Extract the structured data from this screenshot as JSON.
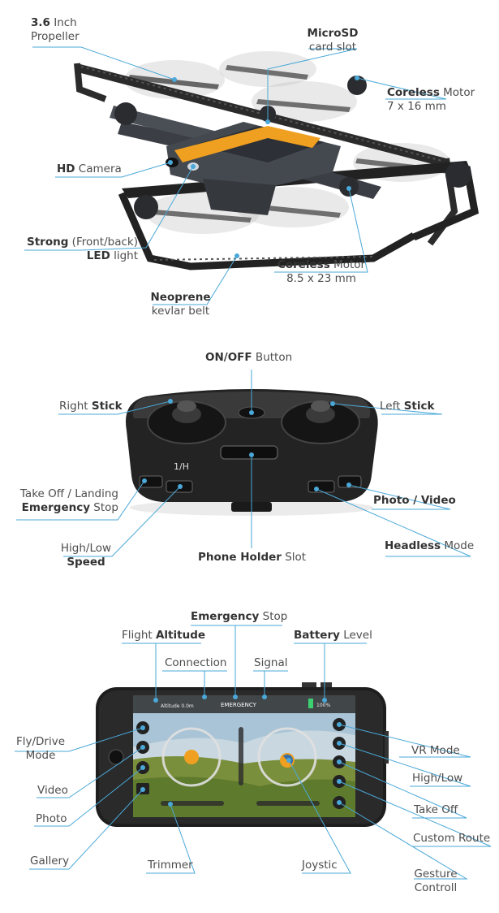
{
  "drone": {
    "propeller": {
      "bold": "3.6",
      "rest": " Inch",
      "line2": "Propeller"
    },
    "microsd": {
      "bold": "MicroSD",
      "line2": "card slot"
    },
    "motor_top": {
      "bold": "Coreless",
      "rest": " Motor",
      "line2": "7 x 16 mm"
    },
    "camera": {
      "bold": "HD",
      "rest": " Camera"
    },
    "led": {
      "bold": "Strong",
      "rest": " (Front/back)",
      "line2_bold": "LED",
      "line2_rest": " light"
    },
    "motor_bottom": {
      "bold": "Coreless",
      "rest": " Motor",
      "line2": "8.5 x 23 mm"
    },
    "belt": {
      "bold": "Neoprene",
      "line2": "kevlar belt"
    }
  },
  "remote": {
    "onoff": {
      "bold": "ON/OFF",
      "rest": " Button"
    },
    "right_stick": {
      "rest": "Right ",
      "bold": "Stick"
    },
    "left_stick": {
      "rest": "Left ",
      "bold": "Stick"
    },
    "takeoff": {
      "line1": "Take Off / Landing",
      "bold": "Emergency",
      "rest": "  Stop"
    },
    "photo_video": {
      "bold": "Photo / Video"
    },
    "highlow": {
      "line1": "High/Low",
      "bold": "Speed"
    },
    "phone_holder": {
      "bold": "Phone Holder",
      "rest": " Slot"
    },
    "headless": {
      "bold": "Headless",
      "rest": " Mode"
    },
    "body_mark": "1/H"
  },
  "app": {
    "emergency_stop": {
      "bold": "Emergency",
      "rest": " Stop"
    },
    "flight_altitude": {
      "rest": "Flight ",
      "bold": "Altitude"
    },
    "battery_level": {
      "bold": "Battery",
      "rest": " Level"
    },
    "connection": "Connection",
    "signal": "Signal",
    "fly_drive": {
      "line1": "Fly/Drive",
      "line2": "Mode"
    },
    "video": "Video",
    "photo": "Photo",
    "gallery": "Gallery",
    "trimmer": "Trimmer",
    "joystic": "Joystic",
    "vr_mode": "VR Mode",
    "high_low": "High/Low",
    "take_off": "Take Off",
    "custom_route": "Custom Route",
    "gesture": {
      "line1": "Gesture",
      "line2": "Controll"
    },
    "screen": {
      "altitude": "Altitude 0.0m",
      "emergency": "EMERGENCY",
      "battery": "100%"
    }
  },
  "colors": {
    "accent": "#4aa8d8",
    "drone_orange": "#f0a020",
    "device_dark": "#1e1e1e"
  }
}
